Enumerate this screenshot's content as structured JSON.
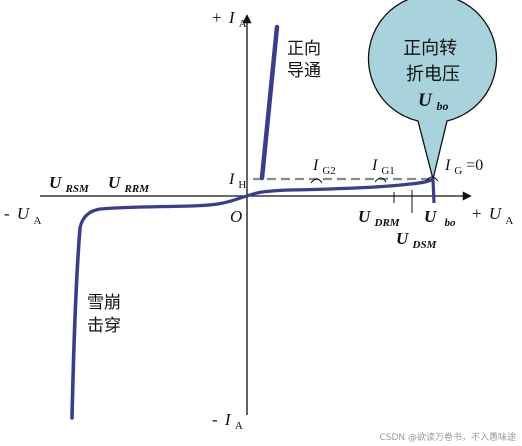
{
  "colors": {
    "curve": "#3a3d8f",
    "axis": "#111111",
    "dashed": "#8a8a8a",
    "callout_fill": "#a9d3dc",
    "callout_stroke": "#111111",
    "watermark": "#9a9a9a"
  },
  "axes": {
    "plus_ia_sign": "+",
    "plus_ia_i": "I",
    "plus_ia_sub": "A",
    "minus_ia_sign": "-",
    "minus_ia_i": "I",
    "minus_ia_sub": "A",
    "plus_ua_sign": "+",
    "plus_ua_u": "U",
    "plus_ua_sub": "A",
    "minus_ua_sign": "-",
    "minus_ua_u": "U",
    "minus_ua_sub": "A",
    "origin": "O"
  },
  "labels": {
    "forward_conduction_line1": "正向",
    "forward_conduction_line2": "导通",
    "avalanche_line1": "雪崩",
    "avalanche_line2": "击穿",
    "ih_main": "I",
    "ih_sub": "H",
    "ig2_main": "I",
    "ig2_sub": "G2",
    "ig1_main": "I",
    "ig1_sub": "G1",
    "ig0_main": "I",
    "ig0_sub": "G",
    "ig0_suffix": "=0",
    "ursm_main": "U",
    "ursm_sub": "RSM",
    "urrm_main": "U",
    "urrm_sub": "RRM",
    "udrm_main": "U",
    "udrm_sub": "DRM",
    "udsm_main": "U",
    "udsm_sub": "DSM",
    "ubo_main": "U",
    "ubo_sub": "bo"
  },
  "callout": {
    "line1": "正向转",
    "line2": "折电压",
    "ubo_main": "U",
    "ubo_sub": "bo"
  },
  "watermark": "CSDN @欲读万卷书，不入愚味途"
}
